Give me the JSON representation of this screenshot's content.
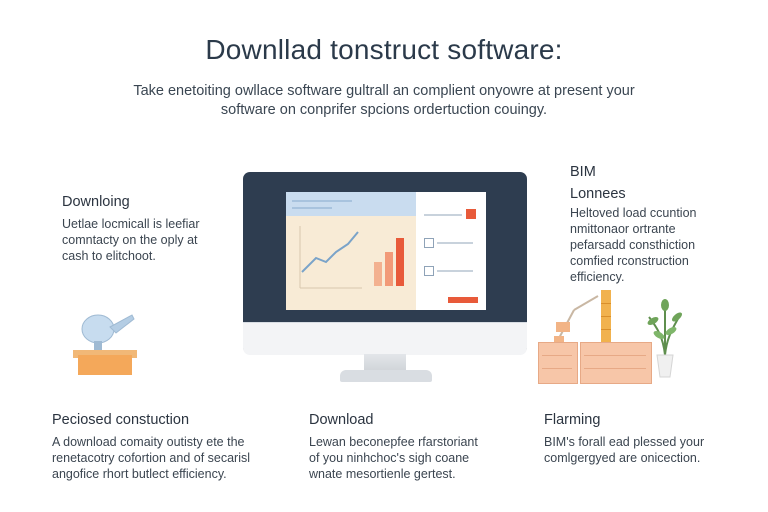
{
  "header": {
    "title": "Downllad tonstruct software:",
    "subtitle": "Take enetoiting owllace software gultrall an complient onyowre at present your software on conprifer spcions ordertuction couingy."
  },
  "left_top": {
    "title": "Downloing",
    "text": [
      "Uetlae locmicall is leefiar",
      "comntacty on the oply at",
      "cash to elitchoot."
    ]
  },
  "right_top": {
    "title_line1": "BIM",
    "title_line2": "Lonnees",
    "text": [
      "Heltoved load ccuntion",
      "nmittonaor ortrante",
      "pefarsadd consthiction",
      "comfied rconstruction",
      "efficiency."
    ]
  },
  "bottom_left": {
    "title": "Peciosed constuction",
    "text": [
      "A download comaity outisty ete the",
      "renetacotry cofortion and of secarisl",
      "angofice rhort butlect efficiency."
    ]
  },
  "bottom_center": {
    "title": "Download",
    "text": [
      "Lewan beconepfee rfarstoriant",
      "of you ninhchoc's sigh coane",
      "wnate mesortienle gertest."
    ]
  },
  "bottom_right": {
    "title": "Flarming",
    "text": [
      "BIM's forall ead plessed your",
      "comlgergyed are onicection."
    ]
  },
  "colors": {
    "monitor_frame": "#2e3d50",
    "accent_red": "#e85a3a",
    "accent_orange": "#f4a85a",
    "chart_bg": "#f8ebd6",
    "chart_line": "#7aa3c9"
  },
  "icons": [
    "desk-fan-icon",
    "desk-lamp-icon",
    "plant-icon",
    "line-chart-icon"
  ]
}
